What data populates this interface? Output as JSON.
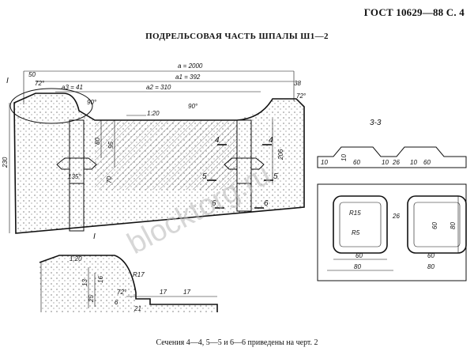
{
  "header": {
    "standard": "ГОСТ 10629—88 С. 4"
  },
  "title": "ПОДРЕЛЬСОВАЯ ЧАСТЬ ШПАЛЫ Ш1—2",
  "main_view": {
    "label_view": "I",
    "dim_a": "a = 2000",
    "dim_a1": "a1 = 392",
    "dim_a2": "a2 = 310",
    "dim_a3": "a3 = 41",
    "slope": "1:20",
    "angle_72_left": "72°",
    "angle_72_right": "72°",
    "angle_90_a": "90°",
    "angle_90_b": "90°",
    "angle_135": "135°",
    "dim_50": "50",
    "dim_38": "38",
    "dim_230": "230",
    "dim_80": "80",
    "dim_95": "95",
    "dim_70": "70",
    "dim_206": "206",
    "sec_4": "4",
    "sec_5": "5",
    "sec_6": "6"
  },
  "section_33": {
    "label": "3-3",
    "dims_top": [
      "10",
      "60",
      "10",
      "26",
      "10",
      "60"
    ],
    "dim_10_vert": "10"
  },
  "plan_view": {
    "r15": "R15",
    "r5": "R5",
    "dim_26": "26",
    "dim_60_right": "60",
    "dim_80_right": "80",
    "dim_60_bottom": "60",
    "dim_80_bottom": "80",
    "dim_60_b2": "60",
    "dim_80_b2": "80"
  },
  "detail_I": {
    "label": "I",
    "slope": "1:20",
    "r17": "R17",
    "angle_72": "72°",
    "dims_v": [
      "13",
      "25",
      "16"
    ],
    "dims_h": [
      "6",
      "21",
      "17",
      "17"
    ]
  },
  "watermark": "blocktorg.ru",
  "caption": "Сечения 4—4, 5—5 и 6—6 приведены на черт. 2"
}
